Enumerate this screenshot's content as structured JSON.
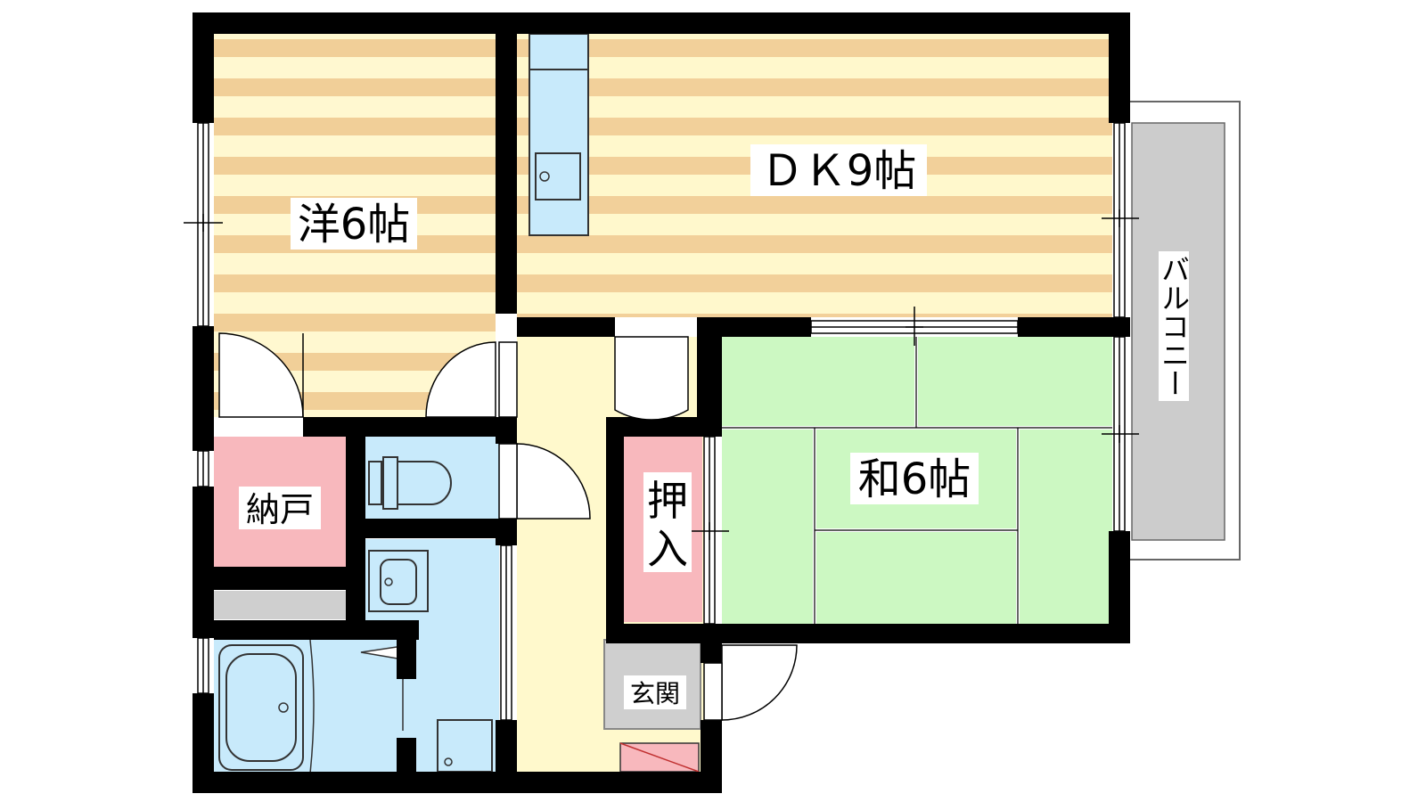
{
  "rooms": {
    "western": "洋6帖",
    "dk": "ＤＫ9帖",
    "japanese": "和6帖",
    "closet": "押入",
    "closet_line1": "押",
    "closet_line2": "入",
    "storage": "納戸",
    "entrance": "玄関",
    "balcony": "バルコニー"
  },
  "colors": {
    "wall": "#000000",
    "western_floor_light": "#fff8d0",
    "western_floor_stripe": "#f1cf98",
    "dk_floor_light": "#fff8cc",
    "dk_floor_stripe": "#f2d09a",
    "water_area": "#c8eafb",
    "storage_pink": "#f8b8bd",
    "tatami_green": "#ccf8c2",
    "hallway_yellow": "#fff9cc",
    "entrance_gray": "#cfcfcf",
    "balcony_gray": "#cccccc"
  }
}
